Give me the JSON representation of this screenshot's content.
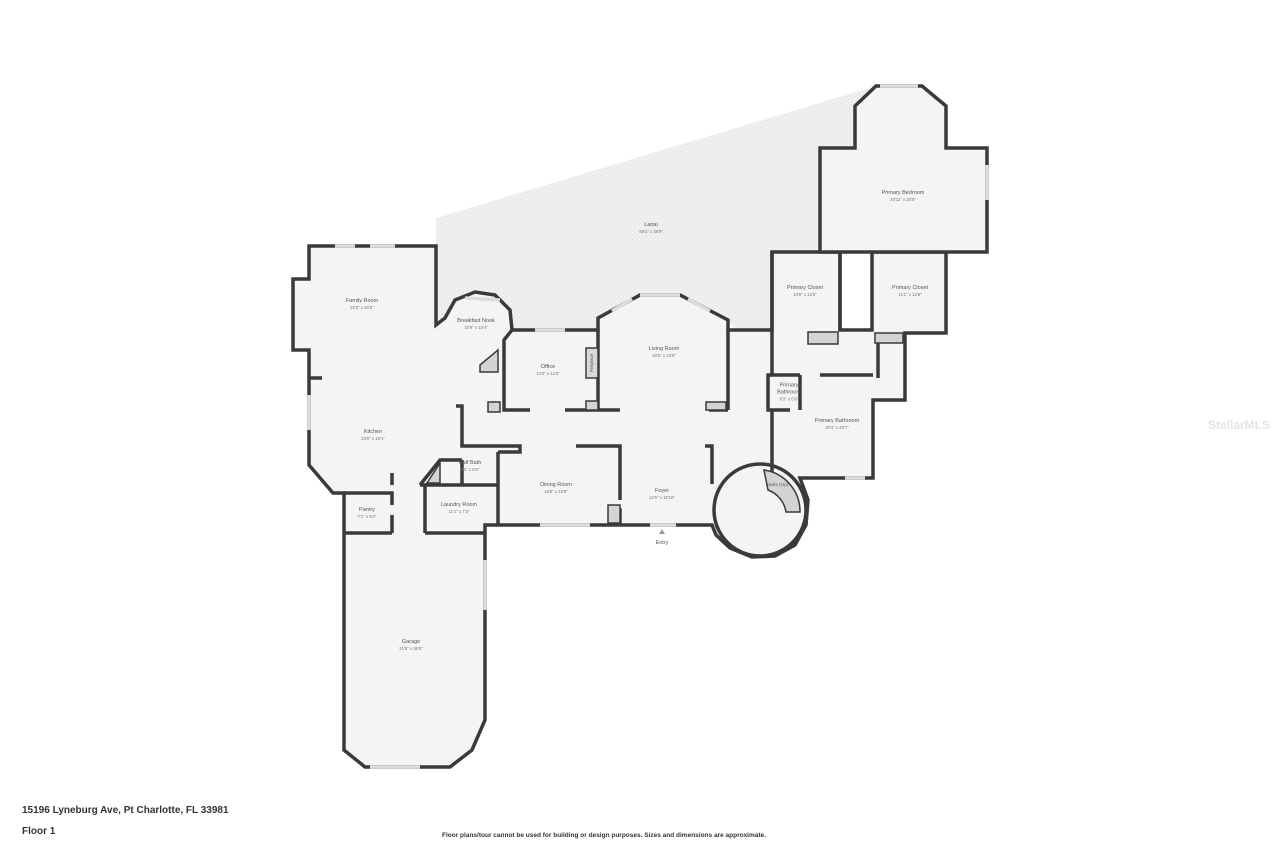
{
  "rooms": [
    {
      "name": "Lanai",
      "dims": "69'1\" x 38'9\""
    },
    {
      "name": "Primary Bedroom",
      "dims": "20'11\" x 20'8\""
    },
    {
      "name": "Family Room",
      "dims": "22'5\" x 20'5\""
    },
    {
      "name": "Breakfast Nook",
      "dims": "10'6\" x 10'4\""
    },
    {
      "name": "Primary Closet",
      "dims": "10'8\" x 12'5\""
    },
    {
      "name": "Primary Closet",
      "dims": "11'1\" x 12'8\""
    },
    {
      "name": "Office",
      "dims": "14'3\" x 12'5\""
    },
    {
      "name": "Living Room",
      "dims": "20'5\" x 16'9\""
    },
    {
      "name": "Primary Bathroom",
      "dims": "6'3\" x 5'9\""
    },
    {
      "name": "Primary Bathroom",
      "dims": "20'4\" x 20'7\""
    },
    {
      "name": "Kitchen",
      "dims": "23'0\" x 18'1\""
    },
    {
      "name": "Half Bath",
      "dims": "8'2\" x 5'5\""
    },
    {
      "name": "Dining Room",
      "dims": "18'8\" x 10'8\""
    },
    {
      "name": "Foyer",
      "dims": "14'5\" x 10'10\""
    },
    {
      "name": "Pantry",
      "dims": "7'2\" x 6'0\""
    },
    {
      "name": "Laundry Room",
      "dims": "11'1\" x 7'3\""
    },
    {
      "name": "Garage",
      "dims": "21'9\" x 36'5\""
    }
  ],
  "fireplace_label": "Fireplace",
  "stairs_label": "Stairs (Up)",
  "entry_label": "Entry",
  "address": "15196 Lyneburg Ave, Pt Charlotte, FL 33981",
  "floor": "Floor 1",
  "disclaimer": "Floor plans/tour cannot be used for building or design purposes. Sizes and dimensions are approximate.",
  "watermark": "StellarMLS",
  "colors": {
    "wall": "#3a3a3a",
    "floor": "#f4f4f4",
    "lanai": "#ececec",
    "fixture": "#d4d4d4"
  }
}
